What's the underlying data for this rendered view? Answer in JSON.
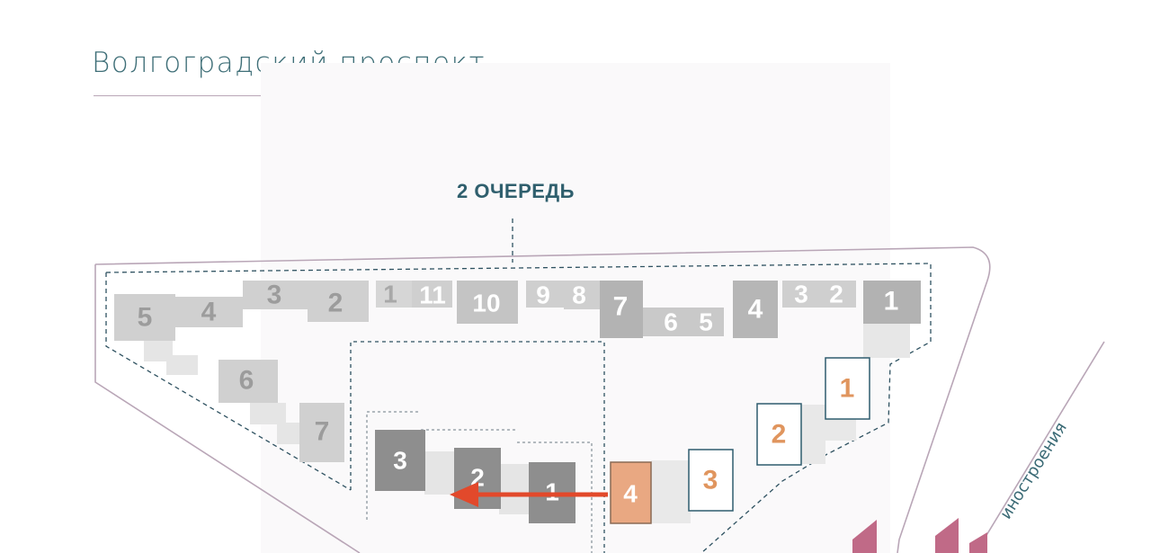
{
  "street_top": "Волгоградский проспект",
  "street_right": "иностроения",
  "stage_label": "2 ОЧЕРЕДЬ",
  "colors": {
    "building_light": "#cfcfcf",
    "building_dark": "#8e8e8e",
    "highlight": "#e9a882",
    "outline_orange": "#e0955e",
    "outline_teal": "#2e5c6e",
    "arrow": "#e2492b",
    "street_line": "#b9a6b7",
    "logo": "#c06a87"
  },
  "row_buildings": [
    "5",
    "4",
    "3",
    "2",
    "1",
    "11",
    "10",
    "9",
    "8",
    "7",
    "6",
    "5",
    "4",
    "3",
    "2",
    "1"
  ],
  "left_buildings": [
    "6",
    "7"
  ],
  "center_buildings": [
    "3",
    "2",
    "1"
  ],
  "selected_building": "4",
  "planned_buildings": [
    "3",
    "2",
    "1"
  ]
}
